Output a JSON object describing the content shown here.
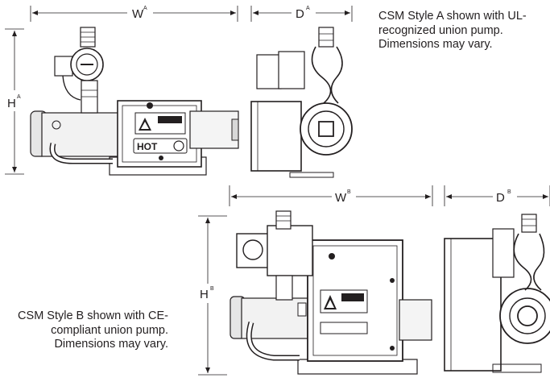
{
  "style_a": {
    "caption": "CSM Style A shown with UL-recognized union pump. Dimensions may vary.",
    "dim_width": "W",
    "dim_width_sup": "A",
    "dim_height": "H",
    "dim_height_sup": "A",
    "dim_depth": "D",
    "dim_depth_sup": "A",
    "nameplate_logo": "HOT"
  },
  "style_b": {
    "caption": "CSM Style B shown with CE-compliant union pump. Dimensions may vary.",
    "dim_width": "W",
    "dim_width_sup": "B",
    "dim_height": "H",
    "dim_height_sup": "B",
    "dim_depth": "D",
    "dim_depth_sup": "B"
  }
}
